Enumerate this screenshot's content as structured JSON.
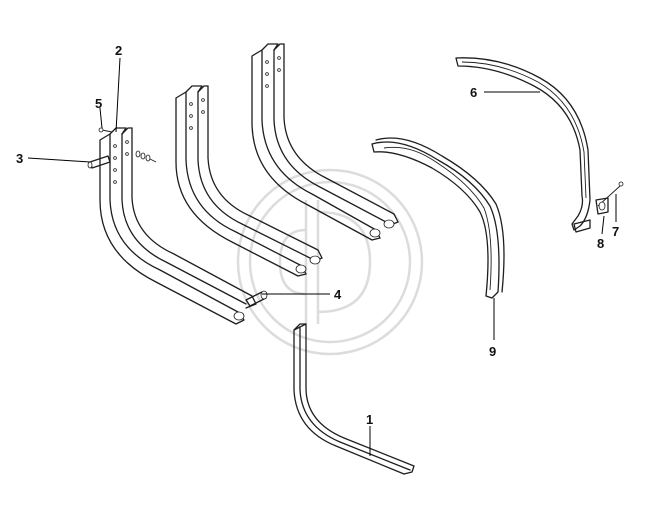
{
  "callouts": [
    {
      "id": "1",
      "label": "1"
    },
    {
      "id": "2",
      "label": "2"
    },
    {
      "id": "3",
      "label": "3"
    },
    {
      "id": "4",
      "label": "4"
    },
    {
      "id": "5",
      "label": "5"
    },
    {
      "id": "6",
      "label": "6"
    },
    {
      "id": "7",
      "label": "7"
    },
    {
      "id": "8",
      "label": "8"
    },
    {
      "id": "9",
      "label": "9"
    }
  ],
  "watermark": {
    "icon": "logo-watermark-icon"
  }
}
